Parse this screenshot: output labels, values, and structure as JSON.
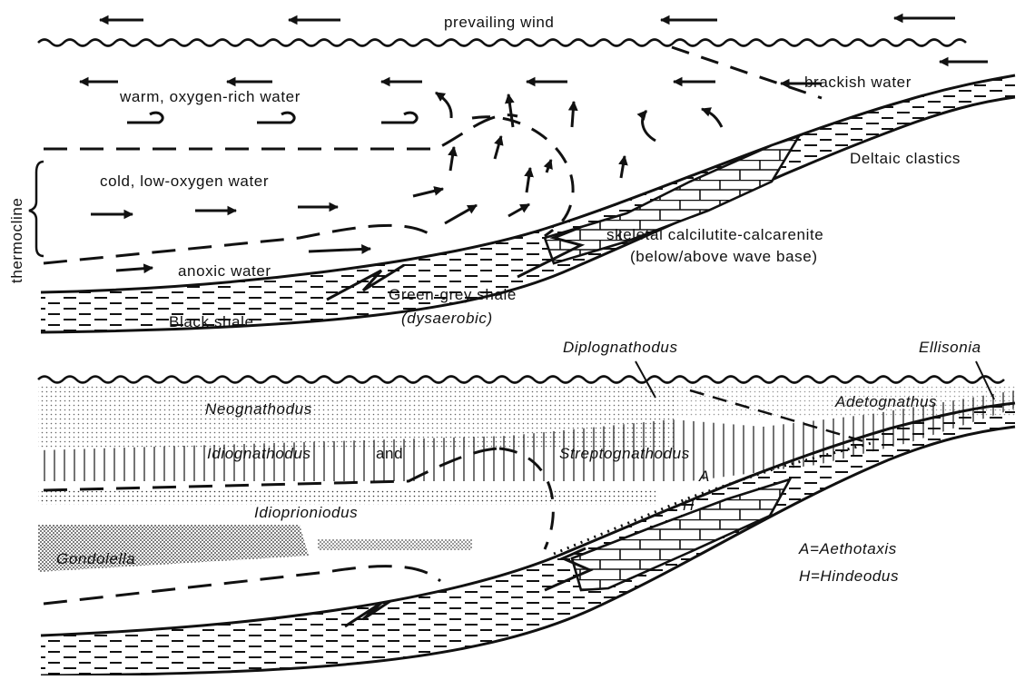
{
  "top_panel": {
    "prevailing_wind": "prevailing wind",
    "warm_water": "warm, oxygen-rich water",
    "brackish_water": "brackish water",
    "cold_water": "cold, low-oxygen water",
    "deltaic_clastics": "Deltaic clastics",
    "thermocline": "thermocline",
    "anoxic_water": "anoxic water",
    "skeletal_line1": "skeletal calcilutite-calcarenite",
    "skeletal_line2": "(below/above wave base)",
    "green_grey_shale": "Green-grey shale",
    "dysaerobic": "(dysaerobic)",
    "black_shale": "Black shale"
  },
  "bottom_panel": {
    "diplognathodus": "Diplognathodus",
    "ellisonia": "Ellisonia",
    "neognathodus": "Neognathodus",
    "adetognathus": "Adetognathus",
    "idiognathodus": "Idiognathodus",
    "and": "and",
    "streptognathodus": "Streptognathodus",
    "a_marker": "A",
    "h_marker": "H",
    "idioprioniodus": "Idioprioniodus",
    "gondolella": "Gondolella",
    "legend_a": "A=Aethotaxis",
    "legend_h": "H=Hindeodus"
  },
  "colors": {
    "ink": "#111111",
    "background": "#ffffff"
  }
}
